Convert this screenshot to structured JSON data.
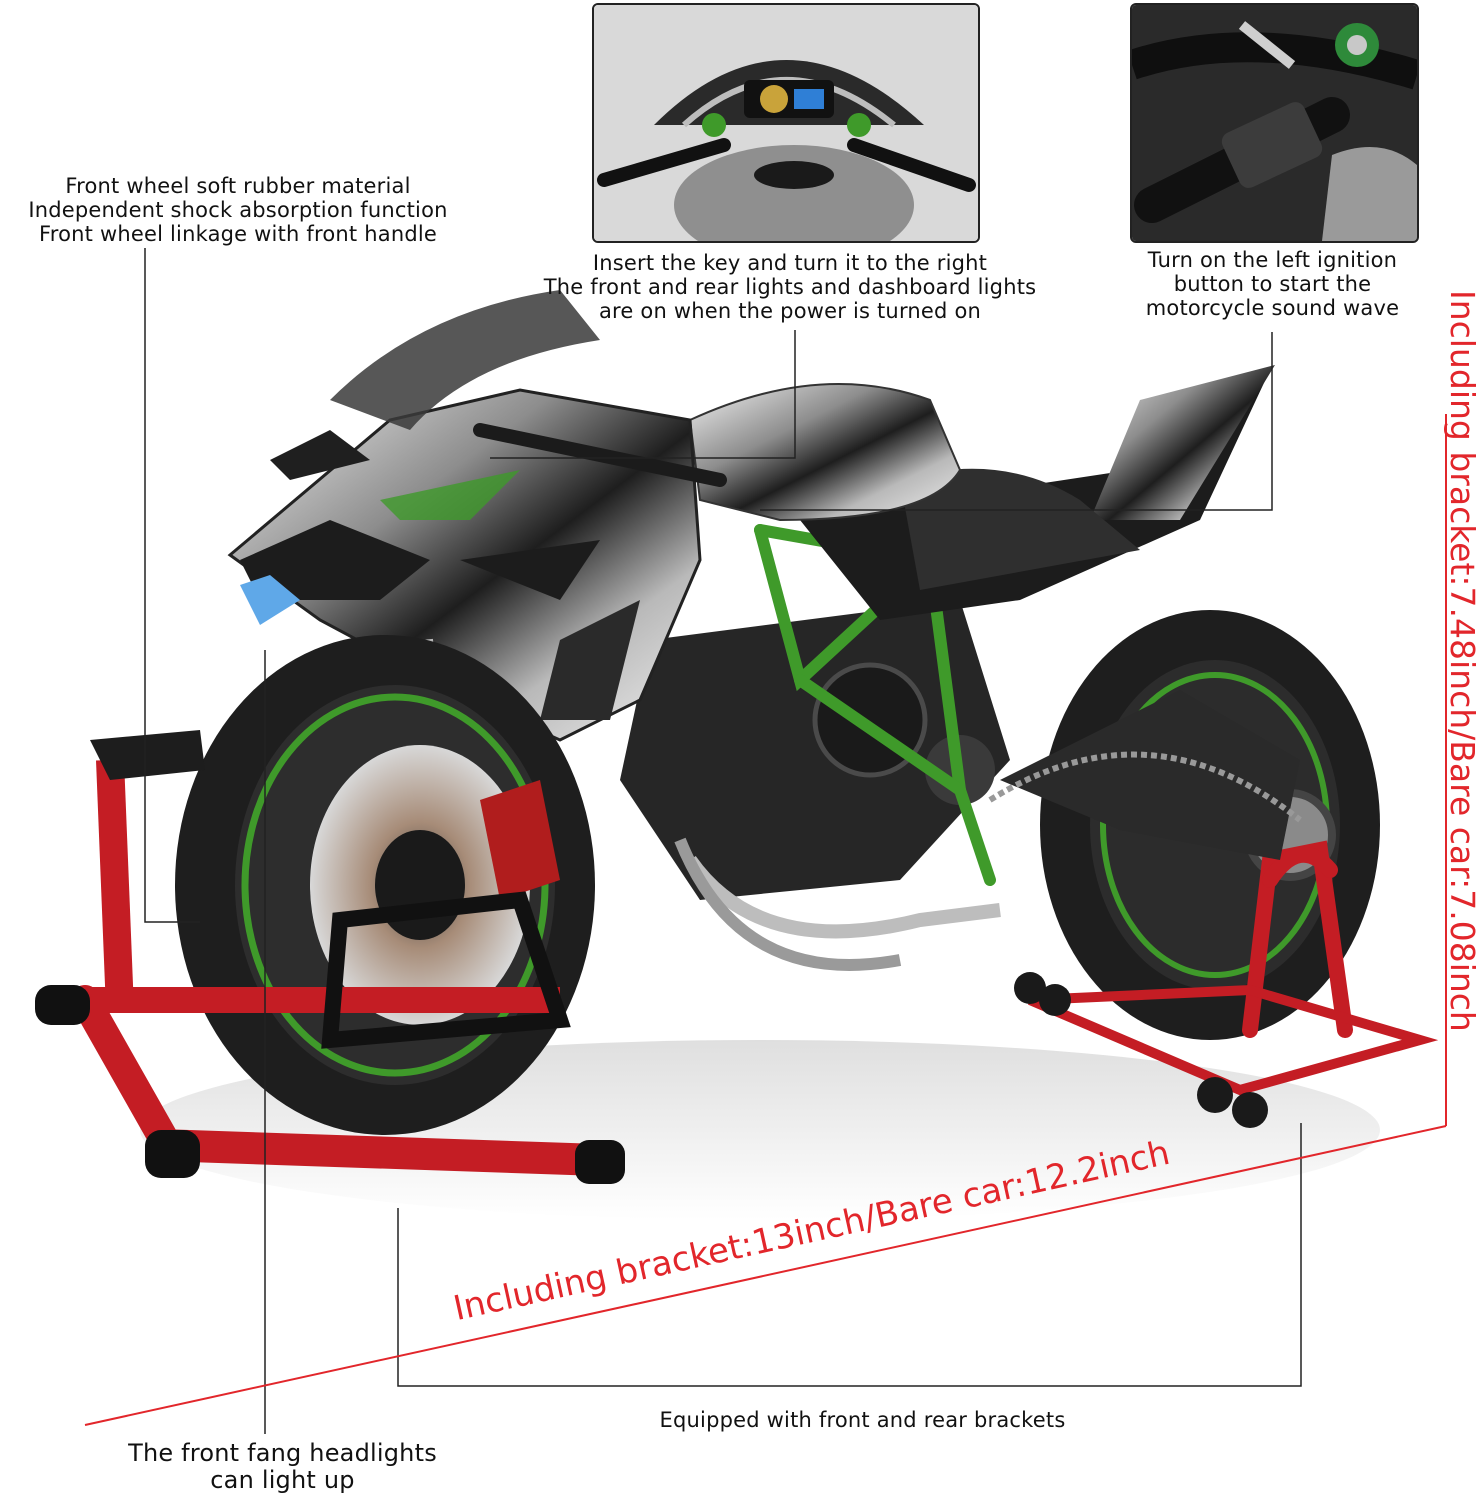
{
  "callouts": {
    "front_wheel": {
      "line1": "Front wheel soft rubber material",
      "line2": "Independent shock absorption function",
      "line3": "Front wheel linkage with front handle"
    },
    "key": {
      "line1": "Insert the key and turn it to the right",
      "line2": "The front and rear lights and dashboard lights",
      "line3": "are on when the power is turned on"
    },
    "ignition": {
      "line1": "Turn on the left ignition",
      "line2": "button to start the",
      "line3": "motorcycle sound wave"
    },
    "headlights": {
      "line1": "The front fang headlights",
      "line2": "can light up"
    },
    "brackets": {
      "line1": "Equipped with front and rear brackets"
    }
  },
  "dimensions": {
    "length": "Including bracket:13inch/Bare car:12.2inch",
    "height": "Including bracket:7.48inch/Bare car:7.08inch",
    "color": "#e2262b"
  },
  "colors": {
    "stand_red": "#c41d24",
    "frame_green": "#3f9a2a",
    "chrome": "#cfcfcf",
    "tire": "#222222"
  },
  "insets": {
    "dashboard": "dashboard-closeup-photo",
    "handlebar": "left-handlebar-closeup-photo"
  }
}
